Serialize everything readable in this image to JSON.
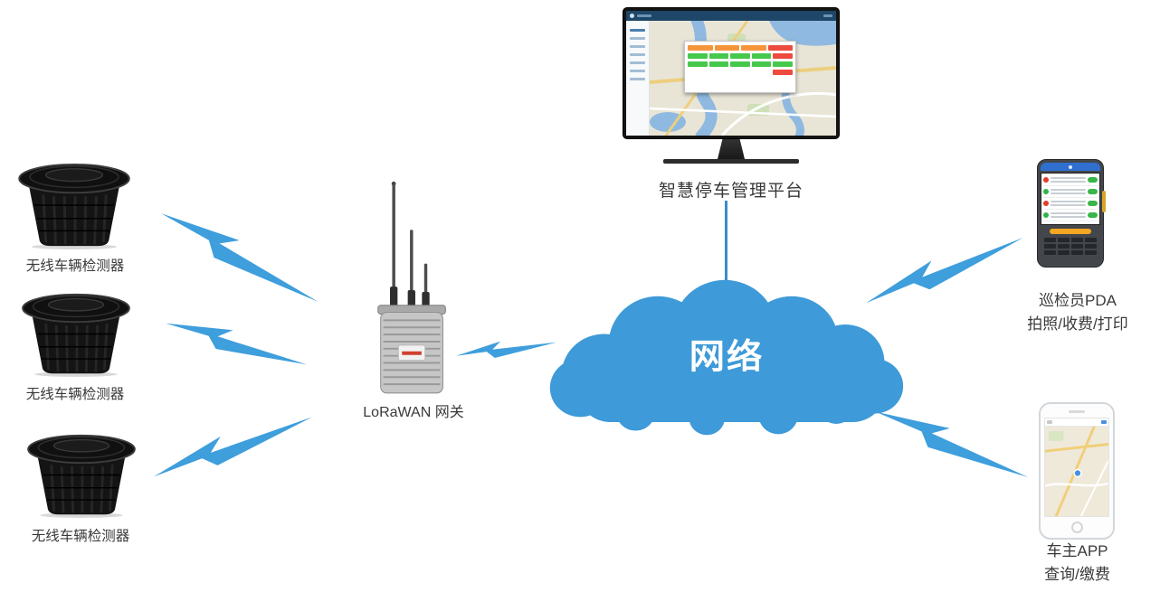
{
  "nodes": {
    "detector1": {
      "label": "无线车辆检测器"
    },
    "detector2": {
      "label": "无线车辆检测器"
    },
    "detector3": {
      "label": "无线车辆检测器"
    },
    "gateway": {
      "label": "LoRaWAN 网关"
    },
    "platform": {
      "label": "智慧停车管理平台"
    },
    "cloud": {
      "label": "网络"
    },
    "pda": {
      "line1": "巡检员PDA",
      "line2": "拍照/收费/打印"
    },
    "app": {
      "line1": "车主APP",
      "line2": "查询/缴费"
    }
  },
  "colors": {
    "bolt": "#3f9edc",
    "cloud": "#3e9ad8",
    "link-line": "#3a8cca"
  }
}
